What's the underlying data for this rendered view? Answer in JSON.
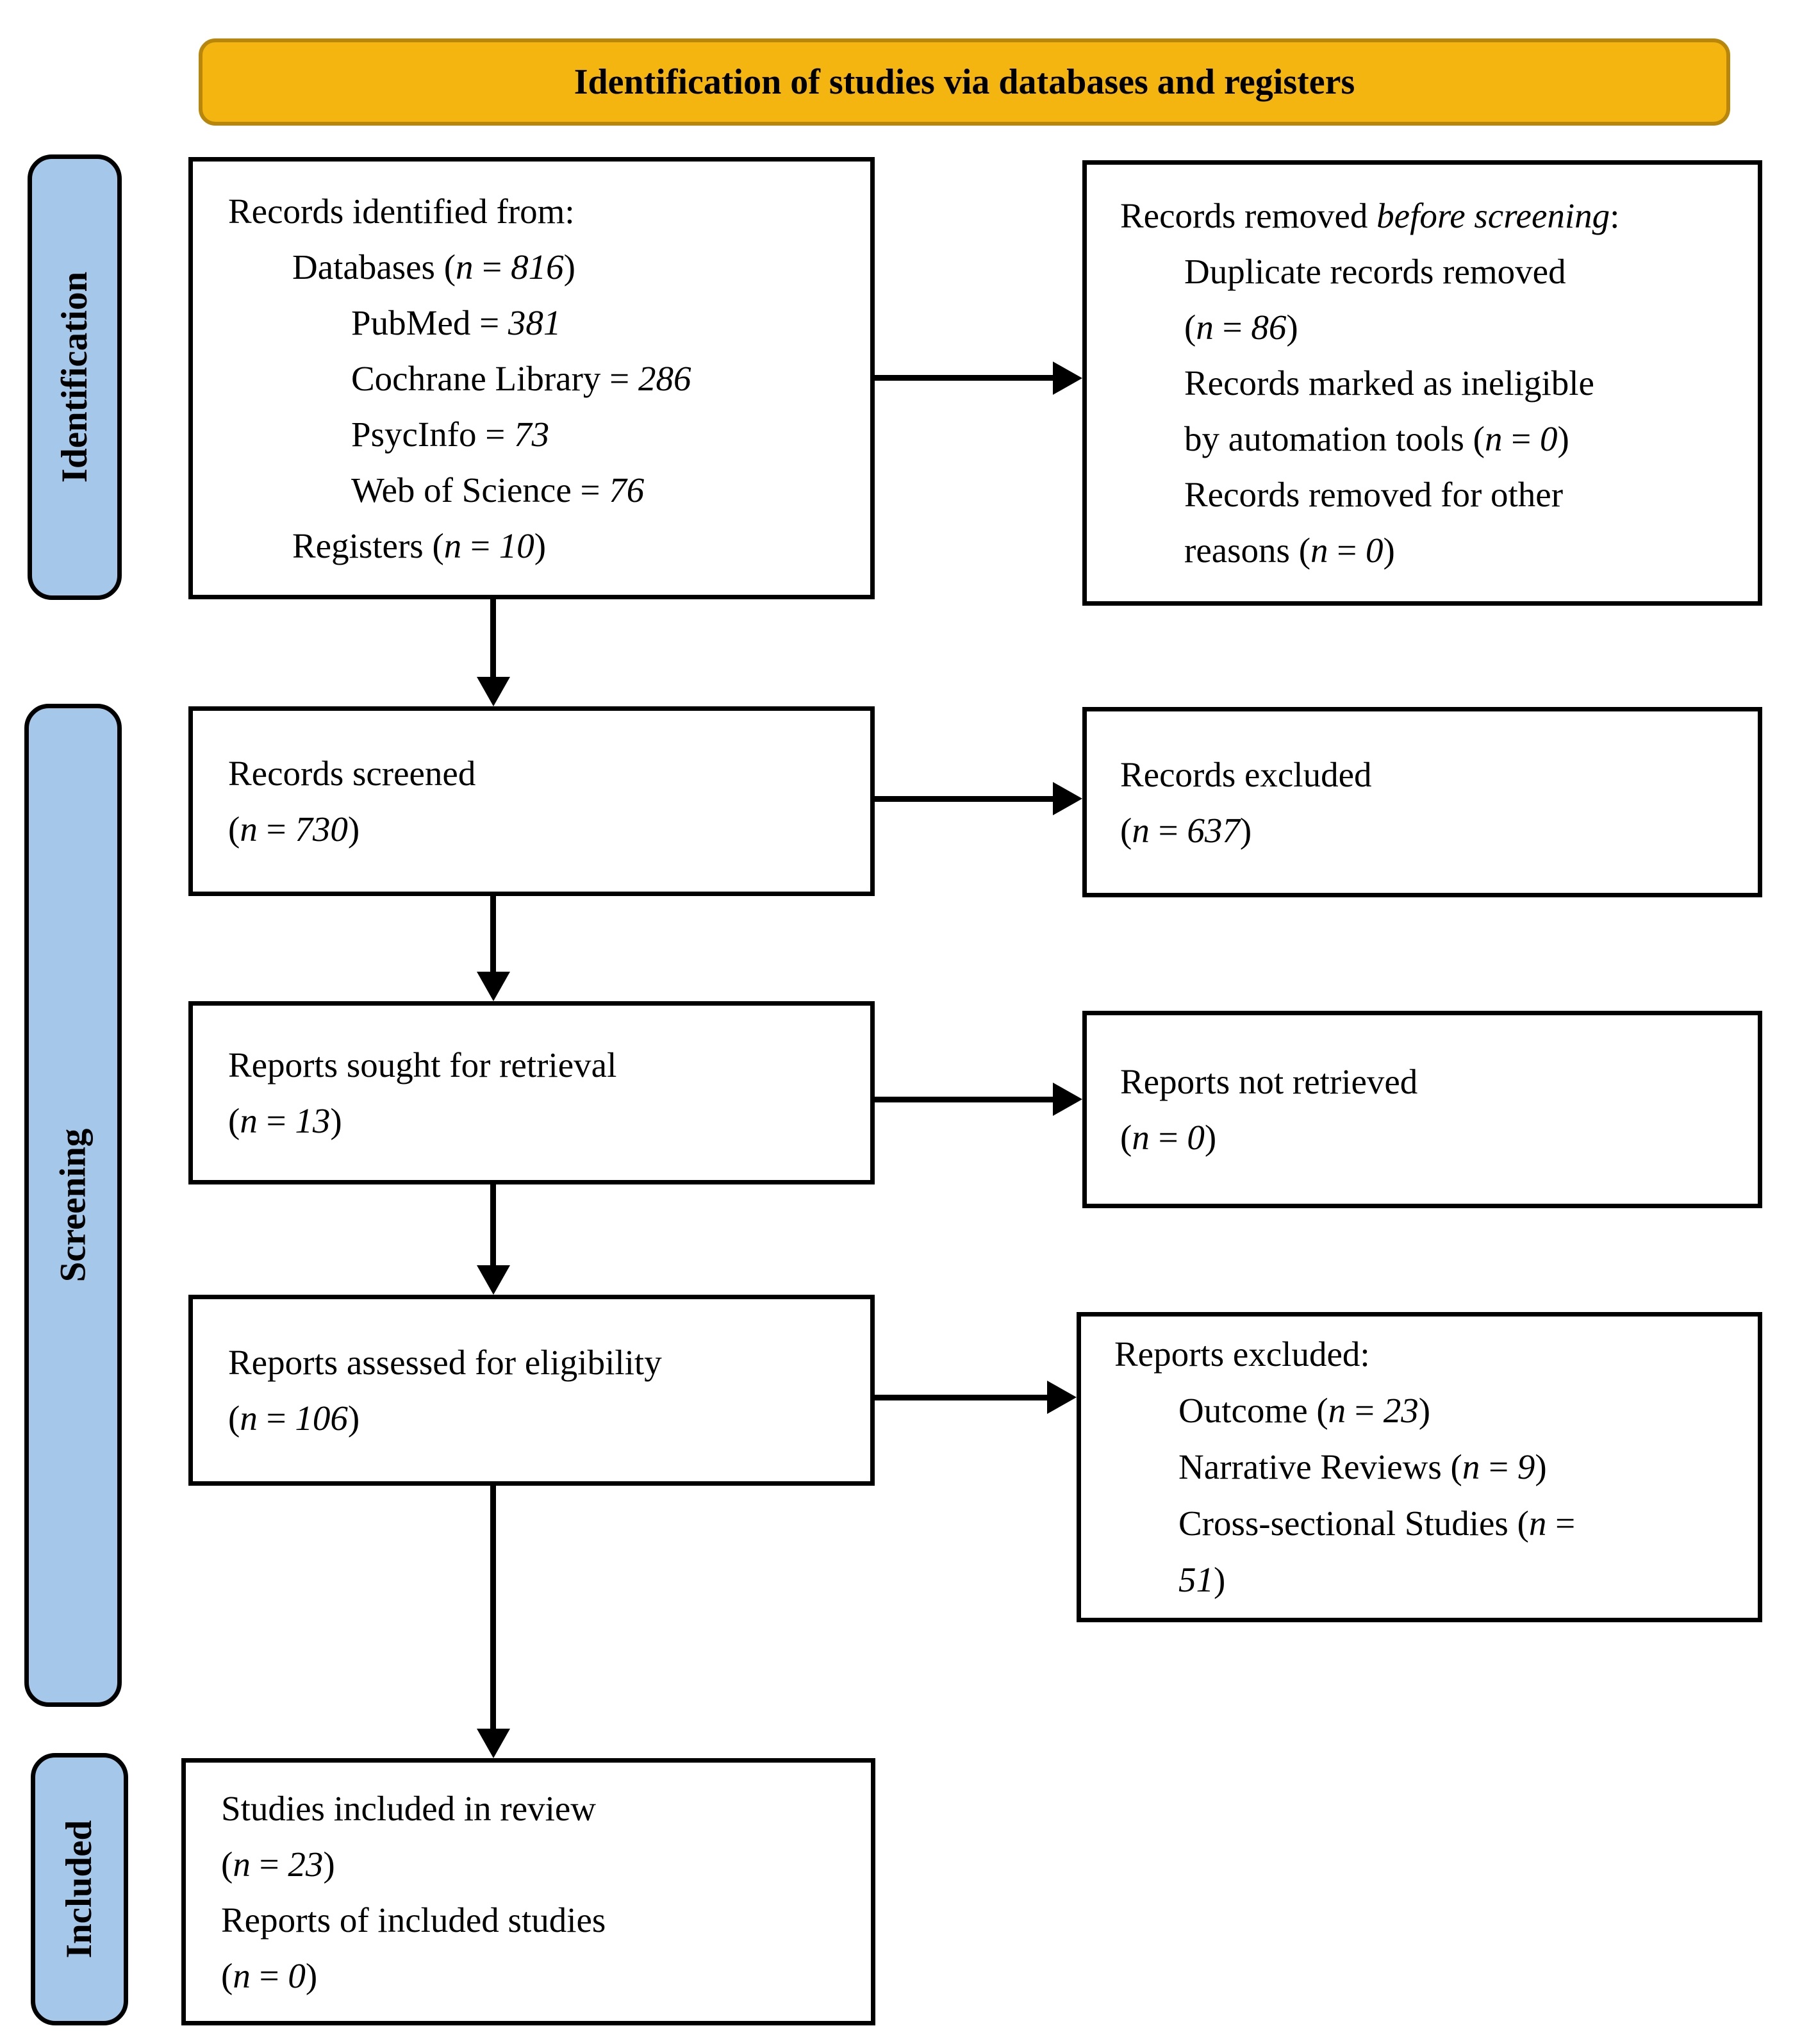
{
  "banner": {
    "label": "Identification of studies via databases and registers",
    "fill": "#F4B511",
    "border": "#B8860B"
  },
  "sidebar": {
    "fill": "#A5C8EA",
    "stages": [
      {
        "label": "Identification"
      },
      {
        "label": "Screening"
      },
      {
        "label": "Included"
      }
    ]
  },
  "boxes": {
    "identified": {
      "lines": [
        {
          "indent": 0,
          "parts": [
            [
              "Records identified from:",
              0
            ]
          ]
        },
        {
          "indent": 1,
          "parts": [
            [
              "Databases (",
              0
            ],
            [
              "n",
              1
            ],
            [
              " = ",
              0
            ],
            [
              "816",
              1
            ],
            [
              ")",
              0
            ]
          ]
        },
        {
          "indent": 2,
          "parts": [
            [
              "PubMed = ",
              0
            ],
            [
              "381",
              1
            ]
          ]
        },
        {
          "indent": 2,
          "parts": [
            [
              "Cochrane Library = ",
              0
            ],
            [
              "286",
              1
            ]
          ]
        },
        {
          "indent": 2,
          "parts": [
            [
              "PsycInfo = ",
              0
            ],
            [
              "73",
              1
            ]
          ]
        },
        {
          "indent": 2,
          "parts": [
            [
              "Web of Science = ",
              0
            ],
            [
              "76",
              1
            ]
          ]
        },
        {
          "indent": 1,
          "parts": [
            [
              "Registers (",
              0
            ],
            [
              "n",
              1
            ],
            [
              " = ",
              0
            ],
            [
              "10",
              1
            ],
            [
              ")",
              0
            ]
          ]
        }
      ]
    },
    "removed": {
      "lines": [
        {
          "indent": 0,
          "parts": [
            [
              "Records removed ",
              0
            ],
            [
              "before screening",
              1
            ],
            [
              ":",
              0
            ]
          ]
        },
        {
          "indent": 1,
          "parts": [
            [
              "Duplicate records removed",
              0
            ]
          ]
        },
        {
          "indent": 1,
          "parts": [
            [
              "(",
              0
            ],
            [
              "n",
              1
            ],
            [
              " = ",
              0
            ],
            [
              "86",
              1
            ],
            [
              ")",
              0
            ]
          ]
        },
        {
          "indent": 1,
          "parts": [
            [
              "Records marked as ineligible",
              0
            ]
          ]
        },
        {
          "indent": 1,
          "parts": [
            [
              "by automation tools (",
              0
            ],
            [
              "n",
              1
            ],
            [
              " = ",
              0
            ],
            [
              "0",
              1
            ],
            [
              ")",
              0
            ]
          ]
        },
        {
          "indent": 1,
          "parts": [
            [
              "Records removed for other",
              0
            ]
          ]
        },
        {
          "indent": 1,
          "parts": [
            [
              "reasons (",
              0
            ],
            [
              "n",
              1
            ],
            [
              " = ",
              0
            ],
            [
              "0",
              1
            ],
            [
              ")",
              0
            ]
          ]
        }
      ]
    },
    "screened": {
      "lines": [
        {
          "indent": 0,
          "parts": [
            [
              "Records screened",
              0
            ]
          ]
        },
        {
          "indent": 0,
          "parts": [
            [
              "(",
              0
            ],
            [
              "n",
              1
            ],
            [
              " = ",
              0
            ],
            [
              "730",
              1
            ],
            [
              ")",
              0
            ]
          ]
        }
      ]
    },
    "excluded": {
      "lines": [
        {
          "indent": 0,
          "parts": [
            [
              "Records excluded",
              0
            ]
          ]
        },
        {
          "indent": 0,
          "parts": [
            [
              "(",
              0
            ],
            [
              "n",
              1
            ],
            [
              " = ",
              0
            ],
            [
              "637",
              1
            ],
            [
              ")",
              0
            ]
          ]
        }
      ]
    },
    "sought": {
      "lines": [
        {
          "indent": 0,
          "parts": [
            [
              "Reports sought for retrieval",
              0
            ]
          ]
        },
        {
          "indent": 0,
          "parts": [
            [
              "(",
              0
            ],
            [
              "n",
              1
            ],
            [
              " = ",
              0
            ],
            [
              "13",
              1
            ],
            [
              ")",
              0
            ]
          ]
        }
      ]
    },
    "not_retrieved": {
      "lines": [
        {
          "indent": 0,
          "parts": [
            [
              "Reports not retrieved",
              0
            ]
          ]
        },
        {
          "indent": 0,
          "parts": [
            [
              "(",
              0
            ],
            [
              "n",
              1
            ],
            [
              " = ",
              0
            ],
            [
              "0",
              1
            ],
            [
              ")",
              0
            ]
          ]
        }
      ]
    },
    "assessed": {
      "lines": [
        {
          "indent": 0,
          "parts": [
            [
              "Reports assessed for eligibility",
              0
            ]
          ]
        },
        {
          "indent": 0,
          "parts": [
            [
              "(",
              0
            ],
            [
              "n",
              1
            ],
            [
              " = ",
              0
            ],
            [
              "106",
              1
            ],
            [
              ")",
              0
            ]
          ]
        }
      ]
    },
    "reports_excluded": {
      "lines": [
        {
          "indent": 0,
          "parts": [
            [
              "Reports excluded:",
              0
            ]
          ]
        },
        {
          "indent": 1,
          "parts": [
            [
              "Outcome (",
              0
            ],
            [
              "n",
              1
            ],
            [
              " = ",
              0
            ],
            [
              "23",
              1
            ],
            [
              ")",
              0
            ]
          ]
        },
        {
          "indent": 1,
          "parts": [
            [
              "Narrative Reviews (",
              0
            ],
            [
              "n",
              1
            ],
            [
              " = ",
              0
            ],
            [
              "9",
              1
            ],
            [
              ")",
              0
            ]
          ]
        },
        {
          "indent": 1,
          "parts": [
            [
              "Cross-sectional Studies (",
              0
            ],
            [
              "n",
              1
            ],
            [
              " =",
              0
            ]
          ]
        },
        {
          "indent": 1,
          "parts": [
            [
              "51",
              1
            ],
            [
              ")",
              0
            ]
          ]
        }
      ]
    },
    "included_studies": {
      "lines": [
        {
          "indent": 0,
          "parts": [
            [
              "Studies included in review",
              0
            ]
          ]
        },
        {
          "indent": 0,
          "parts": [
            [
              "(",
              0
            ],
            [
              "n",
              1
            ],
            [
              " = ",
              0
            ],
            [
              "23",
              1
            ],
            [
              ")",
              0
            ]
          ]
        },
        {
          "indent": 0,
          "parts": [
            [
              "Reports of included studies",
              0
            ]
          ]
        },
        {
          "indent": 0,
          "parts": [
            [
              "(",
              0
            ],
            [
              "n",
              1
            ],
            [
              " = ",
              0
            ],
            [
              "0",
              1
            ],
            [
              ")",
              0
            ]
          ]
        }
      ]
    }
  }
}
